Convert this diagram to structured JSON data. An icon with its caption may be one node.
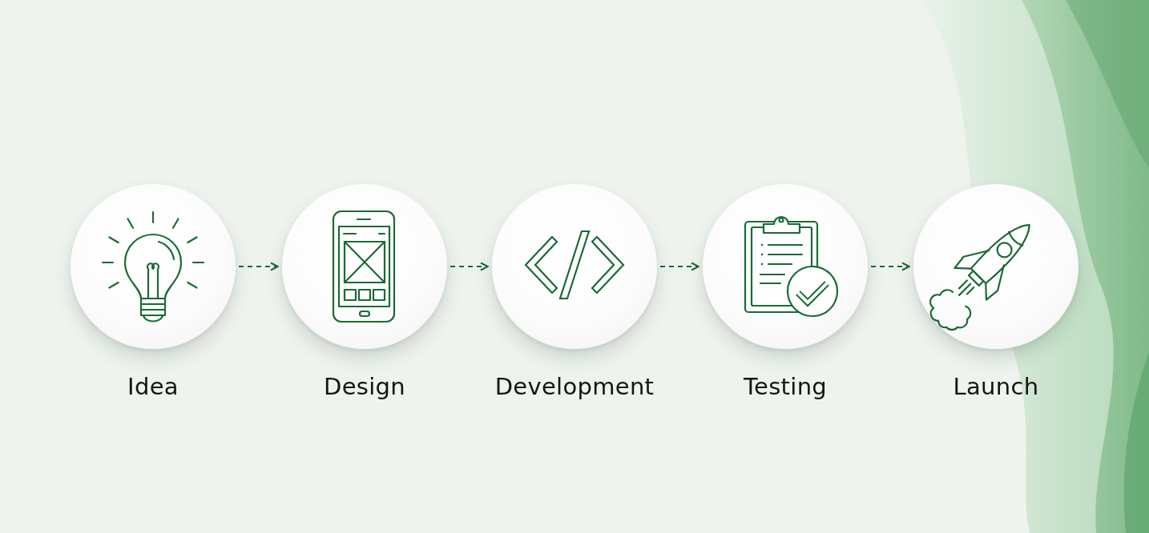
{
  "diagram": {
    "nodes": [
      {
        "text": [
          "Idea"
        ]
      },
      {
        "text": [
          "Design"
        ]
      },
      {
        "text": [
          "Development"
        ]
      },
      {
        "text": [
          "Testing"
        ]
      },
      {
        "text": [
          "Launch"
        ]
      }
    ],
    "edges": [
      {
        "from": 0,
        "to": 1,
        "arrow": "to",
        "style": "dashed"
      },
      {
        "from": 1,
        "to": 2,
        "arrow": "to",
        "style": "dashed"
      },
      {
        "from": 2,
        "to": 3,
        "arrow": "to",
        "style": "dashed"
      },
      {
        "from": 3,
        "to": 4,
        "arrow": "to",
        "style": "dashed"
      }
    ]
  }
}
